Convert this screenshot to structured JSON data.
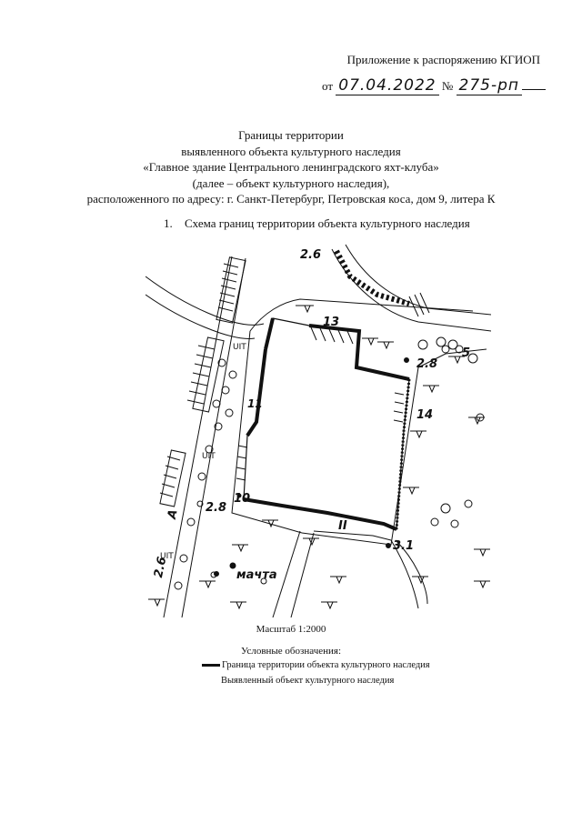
{
  "header": {
    "appendix": "Приложение к распоряжению КГИОП",
    "date_prefix": "от",
    "date_value": "07.04.2022",
    "number_sign": "№",
    "number_value": "275-рп"
  },
  "title": {
    "line1": "Границы территории",
    "line2": "выявленного объекта культурного наследия",
    "line3": "«Главное здание Центрального ленинградского яхт-клуба»",
    "line4": "(далее – объект культурного наследия),",
    "line5": "расположенного по адресу: г. Санкт-Петербург, Петровская коса, дом 9, литера К"
  },
  "section": {
    "number": "1.",
    "label": "Схема границ территории объекта культурного наследия"
  },
  "map": {
    "labels": {
      "l13": "13",
      "l14": "14",
      "l10": "10",
      "l11": "11",
      "lII": "II",
      "l26_top": "2.6",
      "l28_right": "2.8",
      "l28_left": "2.8",
      "l31": "3.1",
      "l26_left": "2.6",
      "l5": "5",
      "mast": "мачта",
      "letterA": "А",
      "uit1": "UIT",
      "uit2": "UIT",
      "uit3": "UIT"
    }
  },
  "scale": "Масштаб 1:2000",
  "legend": {
    "title": "Условные обозначения:",
    "boundary": "Граница территории объекта культурного наследия",
    "object": "Выявленный объект культурного наследия"
  },
  "colors": {
    "ink": "#111111",
    "paper": "#ffffff"
  }
}
